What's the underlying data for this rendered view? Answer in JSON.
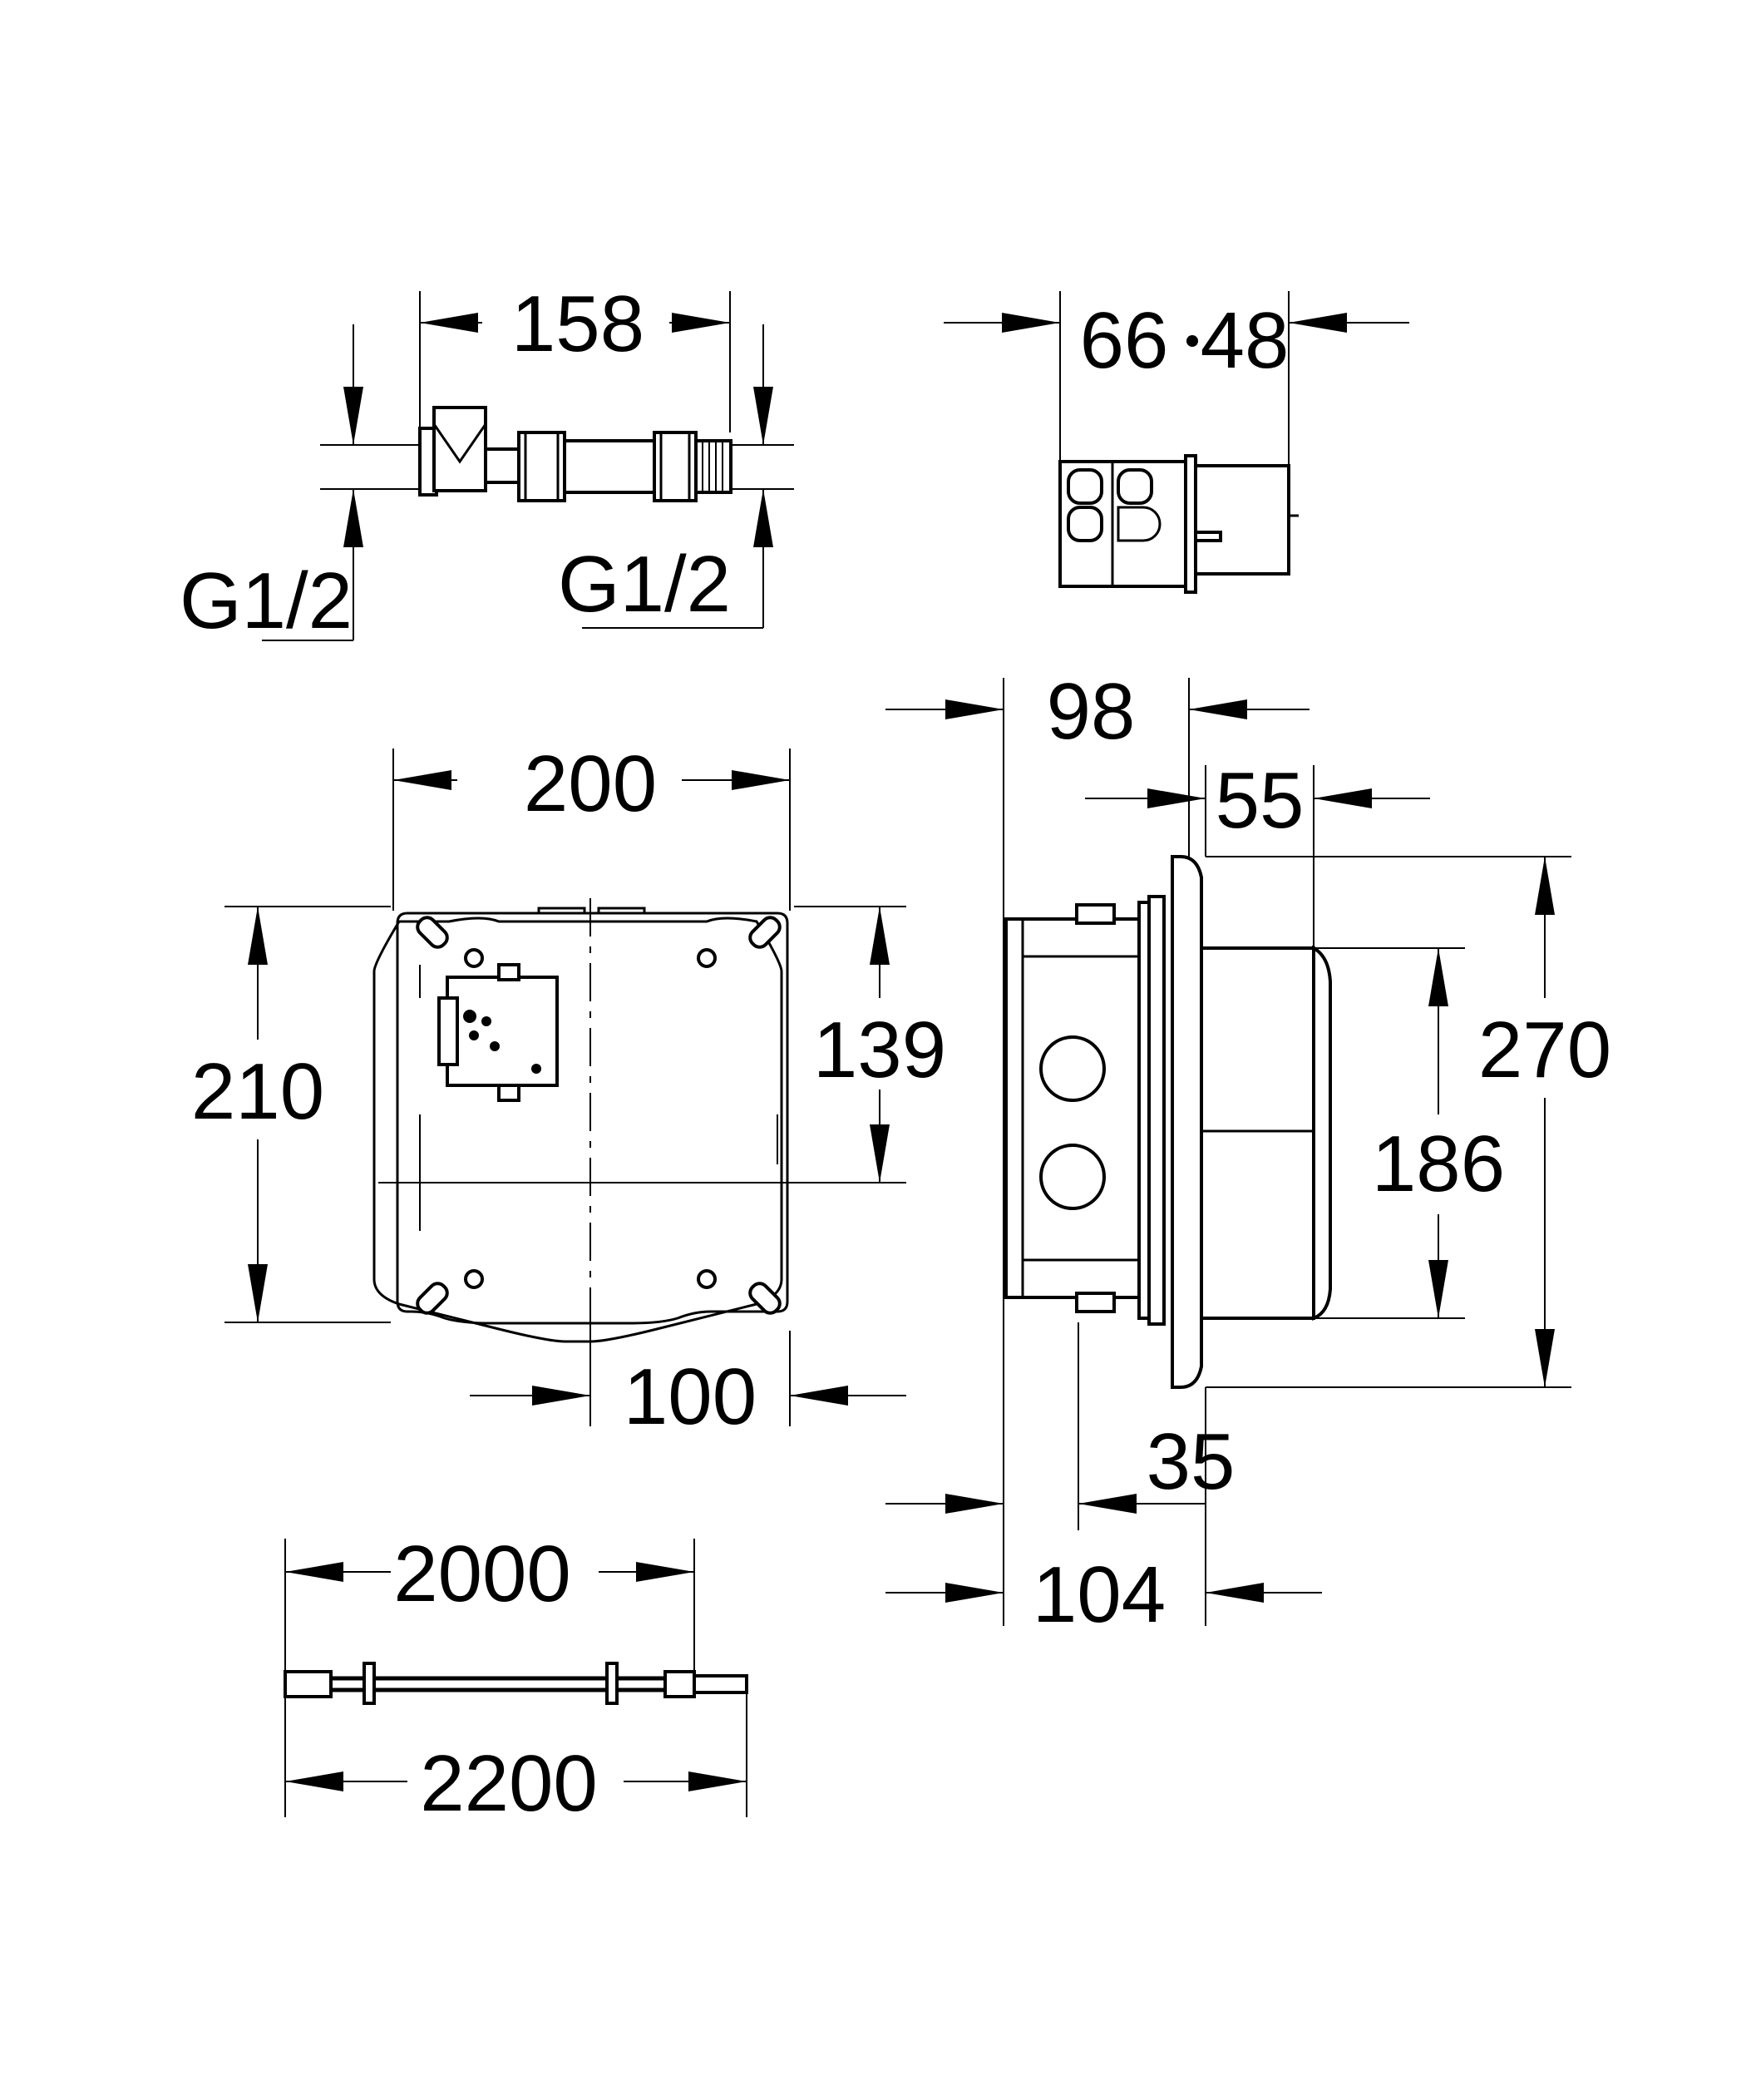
{
  "diagram": {
    "line_color": "#000000",
    "background": "#ffffff",
    "dimensions": {
      "valve_length": "158",
      "thread_left": "G1/2",
      "thread_right": "G1/2",
      "module_depth_a": "66",
      "module_depth_b": "48",
      "box_depth_total": "98",
      "plate_depth": "55",
      "frame_width": "200",
      "frame_height": "210",
      "axis_height": "139",
      "axis_offset": "100",
      "plate_height": "270",
      "box_height": "186",
      "flange_depth": "35",
      "installed_depth": "104",
      "cable_length": "2000",
      "cable_total": "2200"
    }
  }
}
